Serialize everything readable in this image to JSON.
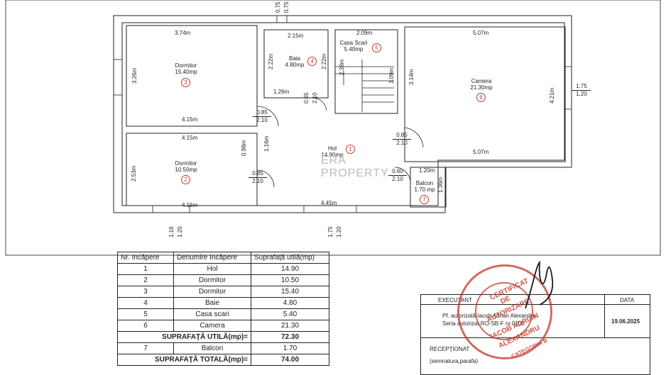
{
  "rooms_plan": {
    "dormitor3": {
      "name": "Dormitor",
      "area": "15.40mp",
      "num": "3",
      "w_top": "3.74m",
      "w_bottom": "4.15m",
      "h_left": "3.26m"
    },
    "baie": {
      "name": "Baia",
      "area": "4.80mp",
      "num": "4",
      "w_top": "2.15m",
      "w_bottom": "1.26m",
      "h_left": "2.22m",
      "h_right": "2.22m"
    },
    "casa_scari": {
      "name": "Casa Scari",
      "area": "5.40mp",
      "num": "5",
      "w_top": "2.09m",
      "h_left": "2.38m",
      "h_right": "3.09m"
    },
    "camera": {
      "name": "Camera",
      "area": "21.30mp",
      "num": "6",
      "w_top": "5.07m",
      "w_bottom": "5.07m",
      "h_left": "3.14m",
      "h_right": "4.21m"
    },
    "dormitor2": {
      "name": "Dormitor",
      "area": "10.50mp",
      "num": "2",
      "w_top": "4.15m",
      "w_bottom": "4.15m",
      "h_left": "2.53m",
      "h_right": "0.98m"
    },
    "hol": {
      "name": "Hol",
      "area": "14.90mp",
      "num": "1",
      "w_bottom": "4.45m",
      "h_left": "1.16m"
    },
    "balcon": {
      "name": "Balcon",
      "area": "1.70 mp",
      "num": "7",
      "w_top": "1.20m",
      "h_right": "1.36m"
    }
  },
  "openings": {
    "door_dorm3": {
      "top": "0.85",
      "bottom": "2.10"
    },
    "door_dorm2": {
      "top": "0.85",
      "bottom": "2.10"
    },
    "door_camera": {
      "top": "0.85",
      "bottom": "2.10"
    },
    "door_balcon": {
      "top": "0.60",
      "bottom": "2.10"
    },
    "door_baie": {
      "top": "0.65",
      "bottom": "2.10"
    },
    "window_camera": {
      "top": "1.75",
      "bottom": "1.20"
    },
    "window_dorm2": {
      "top": "1.16",
      "bottom": "1.20"
    },
    "window_hol": {
      "top": "1.75",
      "bottom": "1.20"
    },
    "window_top": {
      "top": "0.75",
      "bottom": "0.75"
    }
  },
  "watermark": {
    "line1": "ERA",
    "line2": "PROPERTY"
  },
  "table": {
    "headers": [
      "Nr. Incăpere",
      "Denumire Incăpere",
      "Suprafaţă utilă(mp)"
    ],
    "rows": [
      [
        "1",
        "Hol",
        "14.90"
      ],
      [
        "2",
        "Dormitor",
        "10.50"
      ],
      [
        "3",
        "Dormitor",
        "15.40"
      ],
      [
        "4",
        "Baie",
        "4.80"
      ],
      [
        "5",
        "Casa scari",
        "5.40"
      ],
      [
        "6",
        "Camera",
        "21.30"
      ]
    ],
    "util_label": "SUPRAFAŢĂ UTILĂ(mp)=",
    "util_value": "72.30",
    "balcon": [
      "7",
      "Balcon",
      "1.70"
    ],
    "total_label": "SUPRAFAŢĂ TOTALĂ(mp)=",
    "total_value": "74.00"
  },
  "executant": {
    "header": "EXECUTANT",
    "data_header": "DATA",
    "line1": "Pf. autorizată Iacob Adrian Alexandru",
    "line2": "Seria autorizat RO-SB-F nr.0106",
    "date": "19.06.2025",
    "receptionat": "RECEPŢIONAT",
    "semnatura": "(semnatura,parafa)"
  },
  "stamp": {
    "l1": "CERTIFICAT",
    "l2": "DE",
    "l3": "AUTORIZARE",
    "l4": "IACOB ADRIAN",
    "l5": "ALEXANDRU",
    "l6": "CATEGORIA B"
  },
  "colors": {
    "wall": "#222222",
    "circle": "#c0392b",
    "stamp": "#c0392b"
  }
}
